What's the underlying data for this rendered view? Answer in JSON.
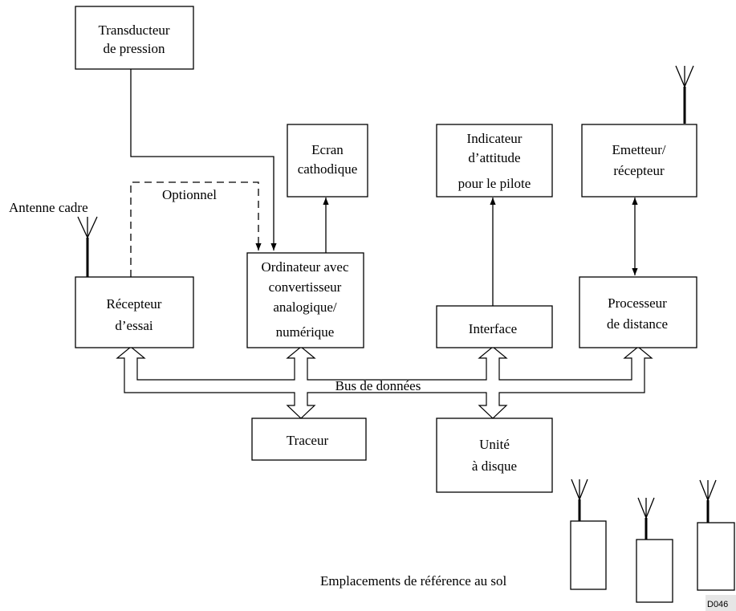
{
  "boxes": {
    "transducer": [
      "Transducteur",
      "de pression"
    ],
    "screen": [
      "Ecran",
      "cathodique"
    ],
    "attitude": [
      "Indicateur",
      "d’attitude",
      "pour le pilote"
    ],
    "transceiver": [
      "Emetteur/",
      "récepteur"
    ],
    "receiver": [
      "Récepteur",
      "d’essai"
    ],
    "computer": [
      "Ordinateur avec",
      "convertisseur",
      "analogique/",
      "numérique"
    ],
    "interface": [
      "Interface"
    ],
    "distance": [
      "Processeur",
      "de distance"
    ],
    "plotter": [
      "Traceur"
    ],
    "disk": [
      "Unité",
      "à disque"
    ]
  },
  "labels": {
    "loop_antenna": "Antenne cadre",
    "optional": "Optionnel",
    "data_bus": "Bus de données",
    "ground_refs": "Emplacements de référence au sol",
    "figure_code": "D046"
  }
}
